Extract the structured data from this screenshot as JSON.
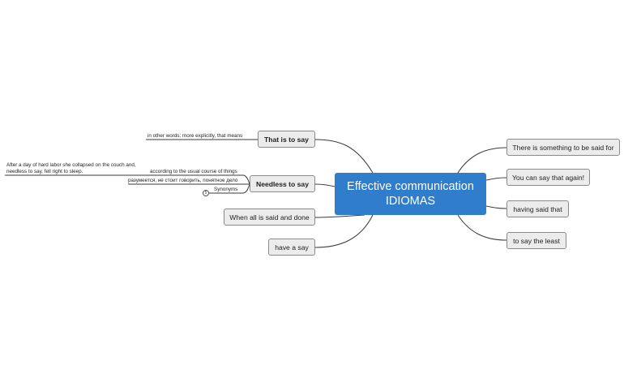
{
  "central_topic": {
    "line1": "Effective communication",
    "line2": "IDIOMAS"
  },
  "left_topics": {
    "that_is_to_say": "That is to say",
    "needless_to_say": "Needless to say",
    "when_all": "When all is said and done",
    "have_a_say": "have a say"
  },
  "right_topics": {
    "something_to_be_said": "There is something to be said for",
    "say_that_again": "You can say that again!",
    "having_said_that": "having said that",
    "to_say_the_least": "to say the least"
  },
  "subtopics": {
    "in_other_words": "in other words; more explicitly, that means",
    "usual_course": "according to the usual course of things",
    "russian": "разумеется, не стоит говорить, понятное дело",
    "synonyms": "Synonyms",
    "example_line1": "After a day of hard labor she collapsed on the couch and,",
    "example_line2": "needless to say, fell right to sleep."
  },
  "synonyms_badge": "5",
  "colors": {
    "central_fill": "#2f7dcb",
    "topic_fill": "#ececec",
    "topic_border": "#8a8a8a",
    "connector": "#3a3a3a"
  }
}
